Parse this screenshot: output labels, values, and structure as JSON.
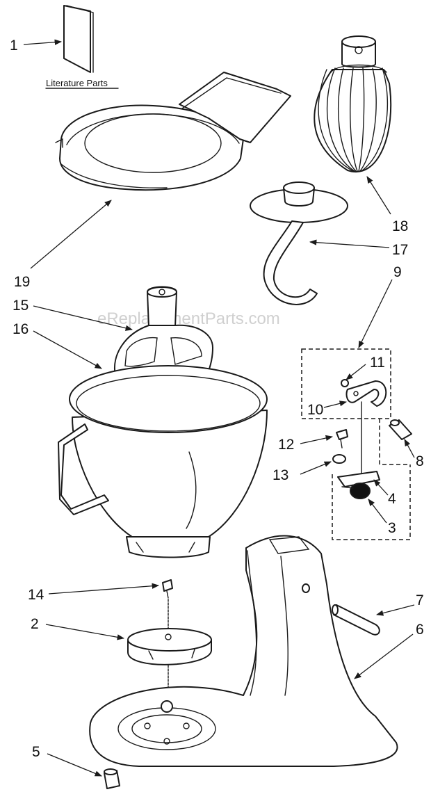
{
  "watermark": "eReplacementParts.com",
  "literature_label": "Literature Parts",
  "callouts": [
    {
      "id": "1",
      "label": "1"
    },
    {
      "id": "2",
      "label": "2"
    },
    {
      "id": "3",
      "label": "3"
    },
    {
      "id": "4",
      "label": "4"
    },
    {
      "id": "5",
      "label": "5"
    },
    {
      "id": "6",
      "label": "6"
    },
    {
      "id": "7",
      "label": "7"
    },
    {
      "id": "8",
      "label": "8"
    },
    {
      "id": "9",
      "label": "9"
    },
    {
      "id": "10",
      "label": "10"
    },
    {
      "id": "11",
      "label": "11"
    },
    {
      "id": "12",
      "label": "12"
    },
    {
      "id": "13",
      "label": "13"
    },
    {
      "id": "14",
      "label": "14"
    },
    {
      "id": "15",
      "label": "15"
    },
    {
      "id": "16",
      "label": "16"
    },
    {
      "id": "17",
      "label": "17"
    },
    {
      "id": "18",
      "label": "18"
    },
    {
      "id": "19",
      "label": "19"
    }
  ],
  "colors": {
    "line": "#1a1a1a",
    "background": "#ffffff",
    "watermark": "#d0d0d0"
  }
}
